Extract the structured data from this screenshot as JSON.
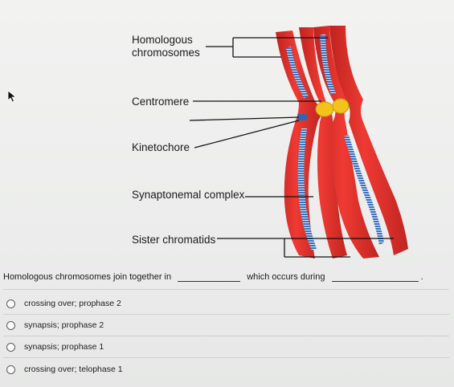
{
  "figure": {
    "labels": {
      "homologous": [
        "Homologous",
        "chromosomes"
      ],
      "centromere": "Centromere",
      "kinetochore": "Kinetochore",
      "synaptonemal": "Synaptonemal complex",
      "sister": "Sister chromatids"
    },
    "colors": {
      "chromatid_red": "#e8322d",
      "chromatid_dark": "#b81f1c",
      "centromere_yellow": "#f3c21c",
      "synaptonemal_blue": "#3f73bd"
    }
  },
  "question": {
    "part1": "Homologous chromosomes join together in",
    "part2": "which occurs during",
    "part3": "."
  },
  "options": [
    {
      "label": "crossing over; prophase 2"
    },
    {
      "label": "synapsis; prophase 2"
    },
    {
      "label": "synapsis; prophase 1"
    },
    {
      "label": "crossing over; telophase 1"
    }
  ]
}
